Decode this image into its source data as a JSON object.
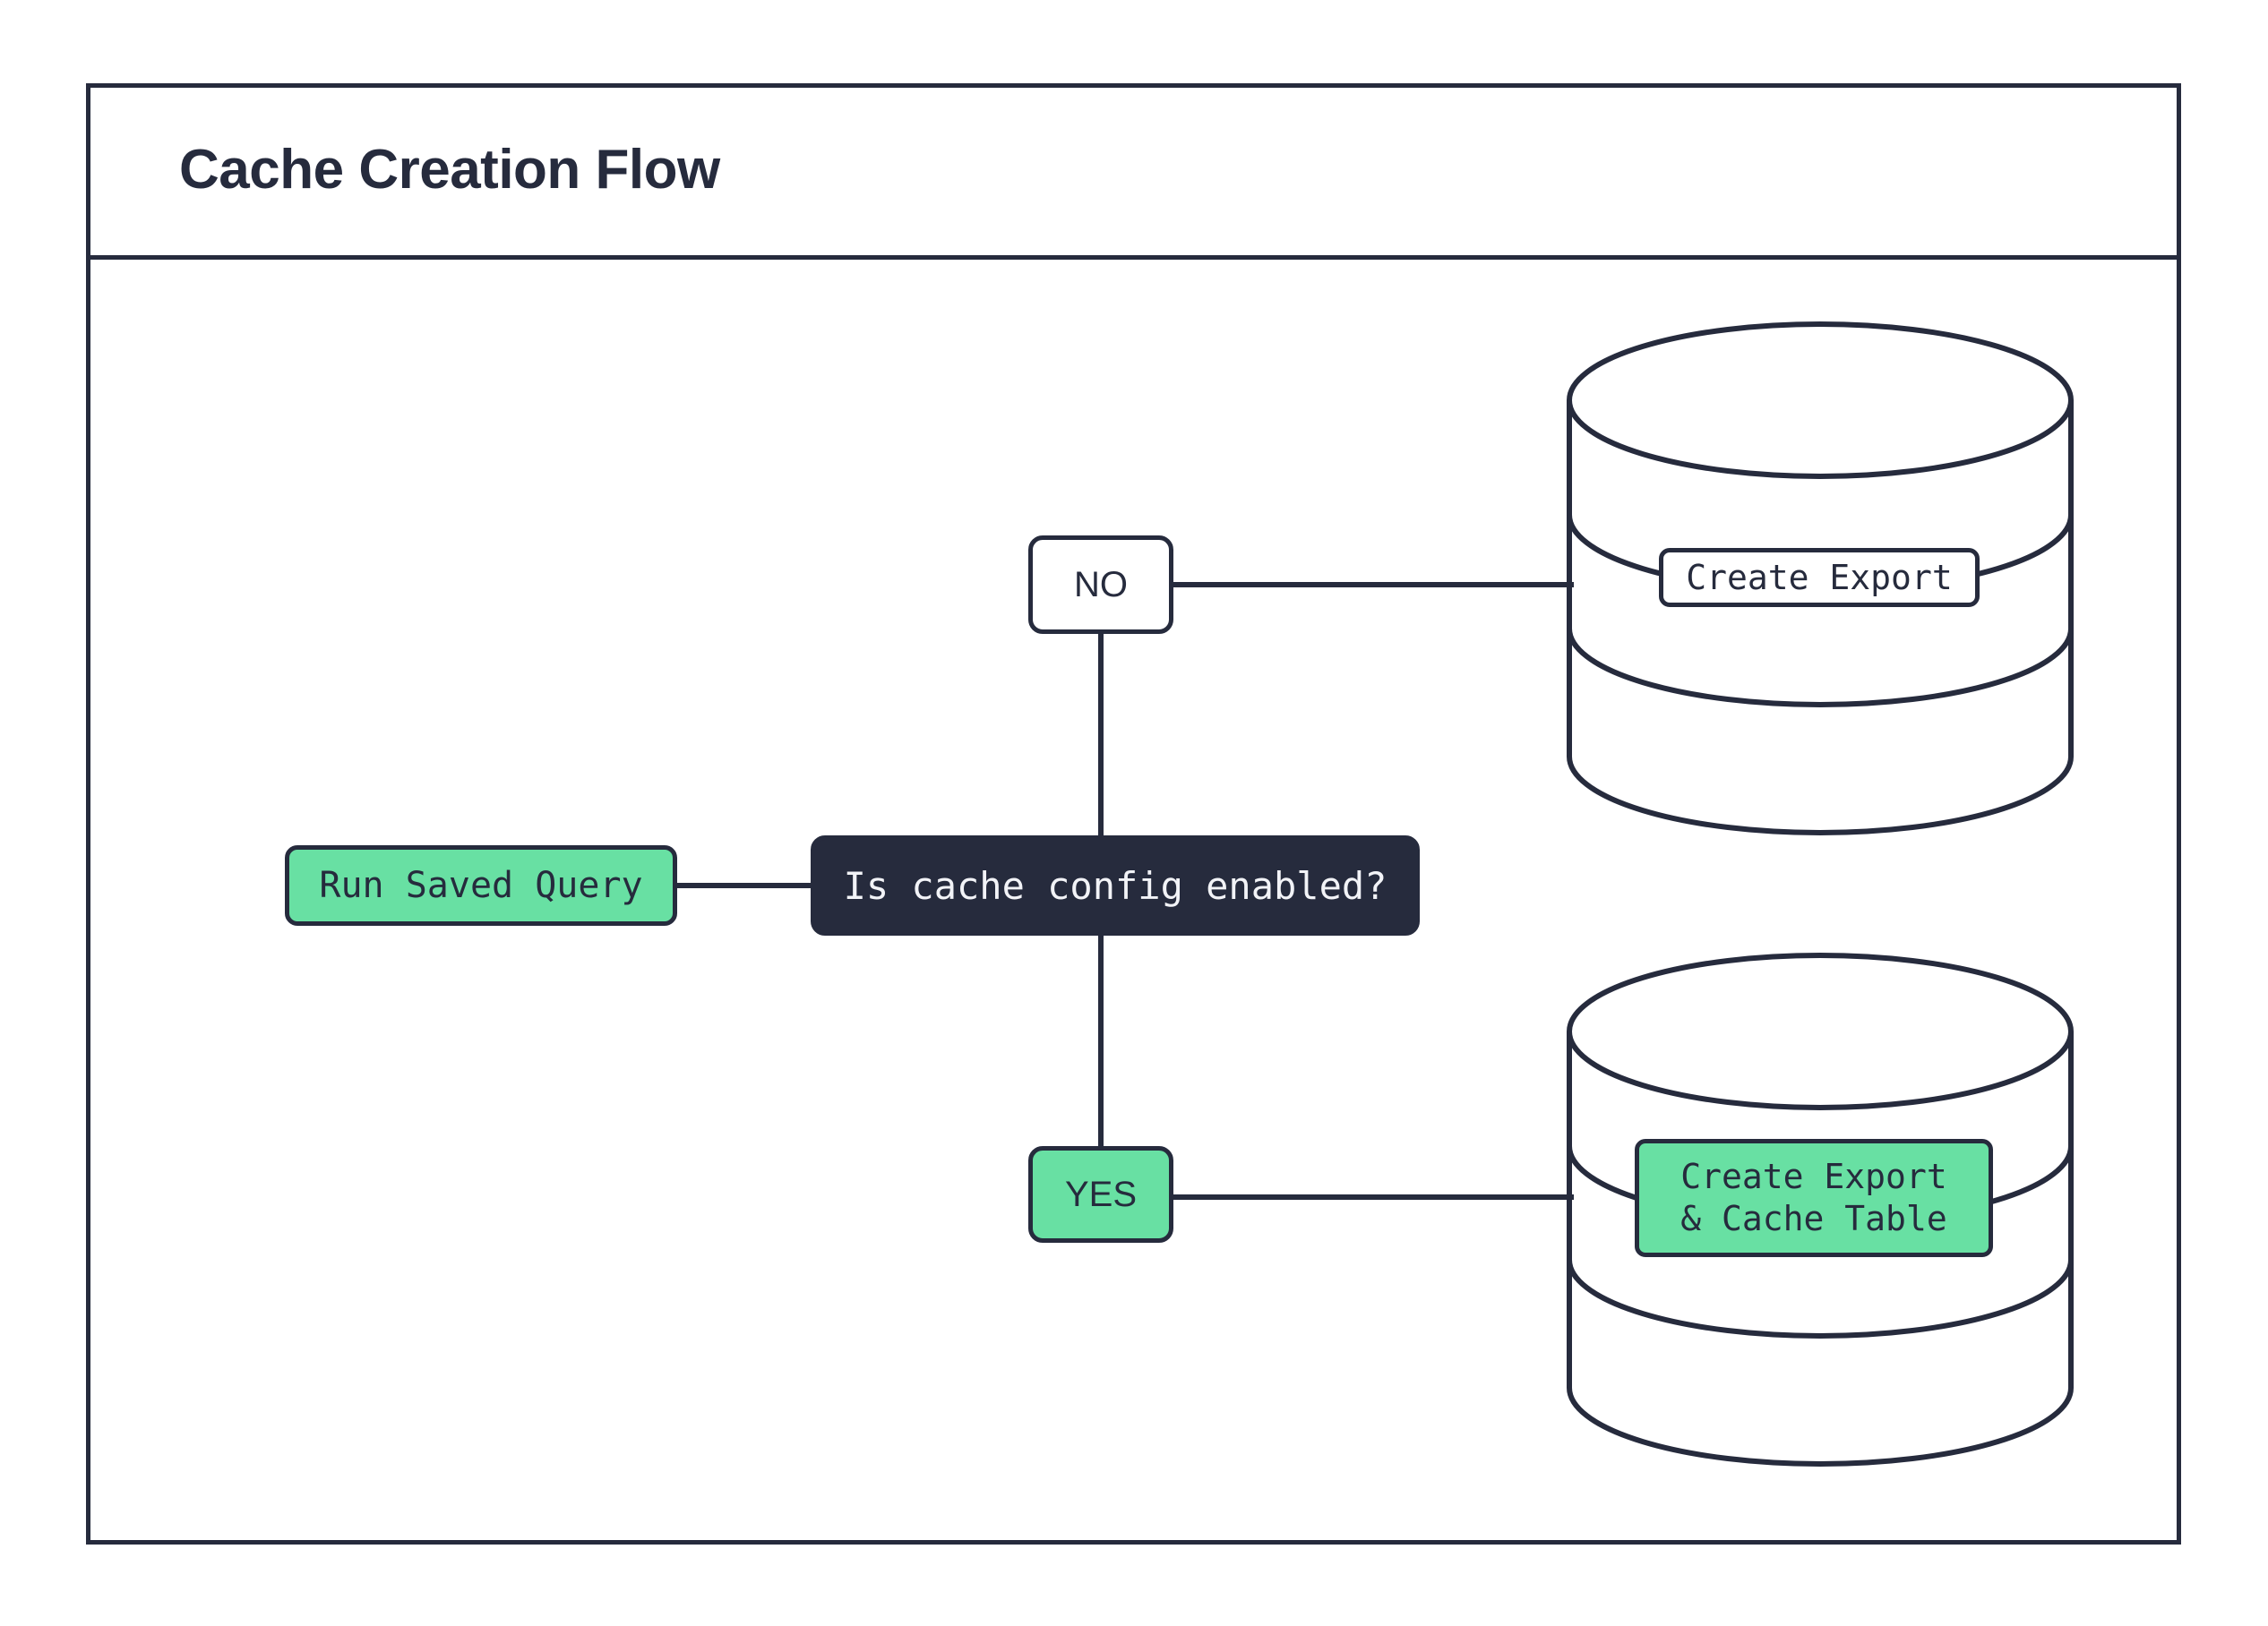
{
  "diagram": {
    "title": "Cache Creation Flow",
    "type": "flowchart",
    "colors": {
      "accent_green": "#68e0a3",
      "ink": "#262b3d",
      "surface": "#ffffff",
      "dark_fill": "#262b3d",
      "dark_text": "#f2f3f7"
    },
    "nodes": {
      "run_saved_query": {
        "label": "Run Saved Query",
        "shape": "rounded-rect",
        "fill": "#68e0a3"
      },
      "decision": {
        "label": "Is cache config enabled?",
        "shape": "rounded-rect",
        "fill": "#262b3d"
      },
      "branch_no": {
        "label": "NO",
        "shape": "rounded-rect",
        "fill": "#ffffff"
      },
      "branch_yes": {
        "label": "YES",
        "shape": "rounded-rect",
        "fill": "#68e0a3"
      },
      "database_top": {
        "shape": "cylinder",
        "label": "Create Export",
        "fill": "#ffffff"
      },
      "database_bottom": {
        "shape": "cylinder",
        "label_line_1": "Create Export",
        "label_line_2": "& Cache Table",
        "fill": "#68e0a3"
      }
    },
    "edges": [
      {
        "from": "run_saved_query",
        "to": "decision"
      },
      {
        "from": "decision",
        "to": "branch_no"
      },
      {
        "from": "decision",
        "to": "branch_yes"
      },
      {
        "from": "branch_no",
        "to": "database_top"
      },
      {
        "from": "branch_yes",
        "to": "database_bottom"
      }
    ]
  }
}
